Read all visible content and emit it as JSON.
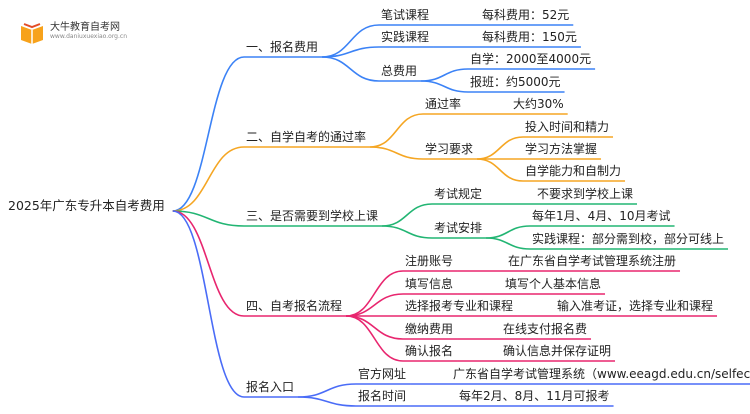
{
  "logo": {
    "title": "大牛教育自考网",
    "subtitle": "www.daniuxuexiao.org.cn"
  },
  "root": "2025年广东专升本自考费用",
  "branches": [
    {
      "label": "一、报名费用",
      "color": "#3b82f6",
      "children": [
        {
          "label": "笔试课程",
          "values": [
            "每科费用：52元"
          ]
        },
        {
          "label": "实践课程",
          "values": [
            "每科费用：150元"
          ]
        },
        {
          "label": "总费用",
          "values": [
            "自学：2000至4000元",
            "报班：约5000元"
          ]
        }
      ]
    },
    {
      "label": "二、自学自考的通过率",
      "color": "#f5a623",
      "children": [
        {
          "label": "通过率",
          "values": [
            "大约30%"
          ]
        },
        {
          "label": "学习要求",
          "values": [
            "投入时间和精力",
            "学习方法掌握",
            "自学能力和自制力"
          ]
        }
      ]
    },
    {
      "label": "三、是否需要到学校上课",
      "color": "#22b573",
      "children": [
        {
          "label": "考试规定",
          "values": [
            "不要求到学校上课"
          ]
        },
        {
          "label": "考试安排",
          "values": [
            "每年1月、4月、10月考试",
            "实践课程：部分需到校，部分可线上"
          ]
        }
      ]
    },
    {
      "label": "四、自考报名流程",
      "color": "#e8266f",
      "children": [
        {
          "label": "注册账号",
          "values": [
            "在广东省自学考试管理系统注册"
          ]
        },
        {
          "label": "填写信息",
          "values": [
            "填写个人基本信息"
          ]
        },
        {
          "label": "选择报考专业和课程",
          "values": [
            "输入准考证，选择专业和课程"
          ]
        },
        {
          "label": "缴纳费用",
          "values": [
            "在线支付报名费"
          ]
        },
        {
          "label": "确认报名",
          "values": [
            "确认信息并保存证明"
          ]
        }
      ]
    },
    {
      "label": "报名入口",
      "color": "#4a6cf7",
      "children": [
        {
          "label": "官方网址",
          "values": [
            "广东省自学考试管理系统（www.eeagd.edu.cn/selfec/）"
          ]
        },
        {
          "label": "报名时间",
          "values": [
            "每年2月、8月、11月可报考"
          ]
        }
      ]
    }
  ]
}
